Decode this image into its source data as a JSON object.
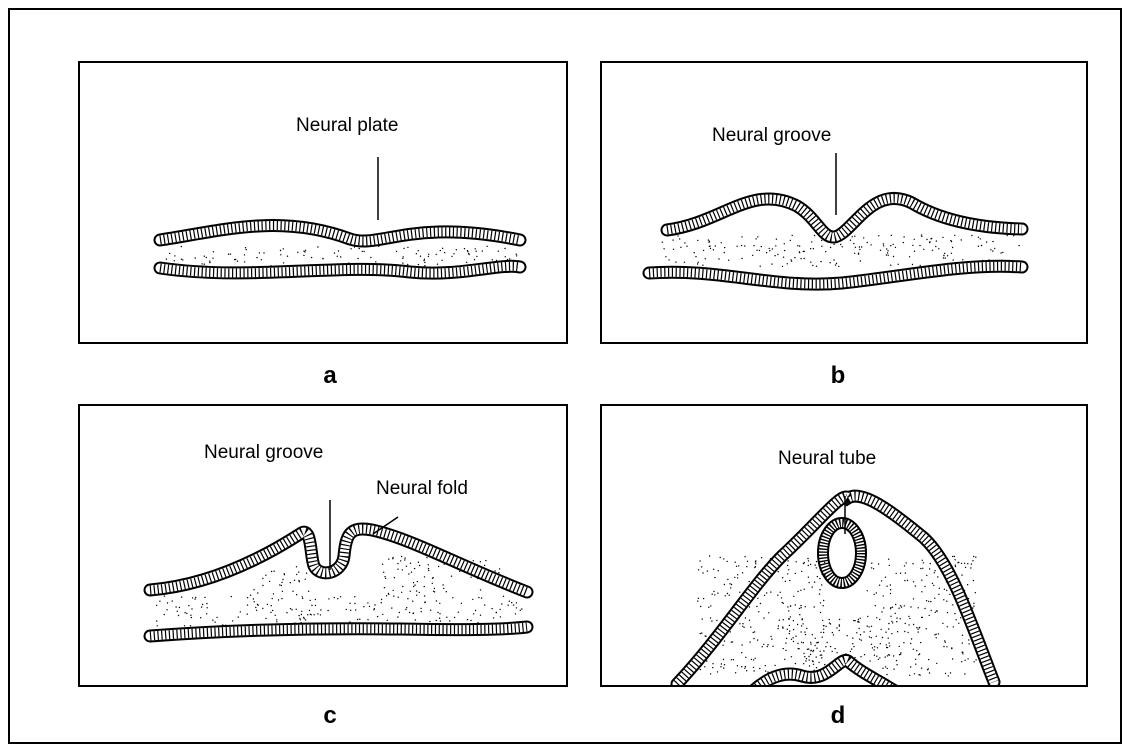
{
  "panels": [
    {
      "letter": "a",
      "labels": [
        "Neural plate"
      ]
    },
    {
      "letter": "b",
      "labels": [
        "Neural groove"
      ]
    },
    {
      "letter": "c",
      "labels": [
        "Neural groove",
        "Neural fold"
      ]
    },
    {
      "letter": "d",
      "labels": [
        "Neural tube"
      ]
    }
  ],
  "colors": {
    "ink": "#000000",
    "paper": "#ffffff"
  }
}
